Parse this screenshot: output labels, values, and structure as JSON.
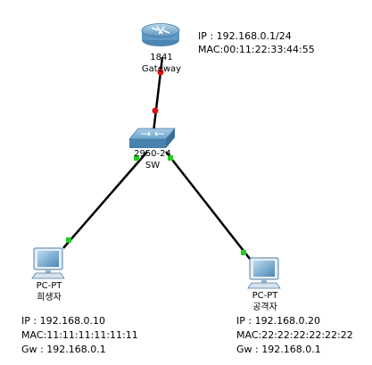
{
  "devices": {
    "router": {
      "model": "1841",
      "name": "Gateway",
      "info": [
        "IP : 192.168.0.1/24",
        "MAC:00:11:22:33:44:55"
      ],
      "icon": "router-icon"
    },
    "switch": {
      "model": "2950-24",
      "name": "SW",
      "icon": "switch-icon"
    },
    "victim": {
      "model": "PC-PT",
      "name": "희생자",
      "info": [
        "IP : 192.168.0.10",
        "MAC:11:11:11:11:11:11",
        "Gw : 192.168.0.1"
      ],
      "icon": "pc-icon"
    },
    "attacker": {
      "model": "PC-PT",
      "name": "공격자",
      "info": [
        "IP : 192.168.0.20",
        "MAC:22:22:22:22:22:22",
        "Gw : 192.168.0.1"
      ],
      "icon": "pc-icon"
    }
  },
  "links": [
    {
      "from": "router",
      "to": "switch",
      "status": "down"
    },
    {
      "from": "switch",
      "to": "victim",
      "status": "up"
    },
    {
      "from": "switch",
      "to": "attacker",
      "status": "up"
    }
  ],
  "colors": {
    "link": "#000000",
    "port_up": "#22cc22",
    "port_down": "#dd1111",
    "device_blue": "#5f99c3"
  }
}
